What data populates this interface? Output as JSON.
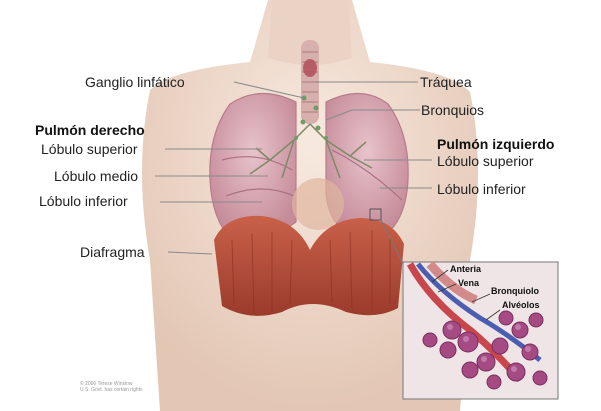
{
  "labels": {
    "ganglio": "Ganglio linfático",
    "traquea": "Tráquea",
    "bronquios": "Bronquios",
    "pulmon_derecho": "Pulmón derecho",
    "lobulo_superior_der": "Lóbulo superior",
    "lobulo_medio": "Lóbulo medio",
    "lobulo_inferior_der": "Lóbulo  inferior",
    "pulmon_izquierdo": "Pulmón izquierdo",
    "lobulo_superior_izq": "Lóbulo superior",
    "lobulo_inferior_izq": "Lóbulo  inferior",
    "diafragma": "Diafragma",
    "arteria": "Anteria",
    "vena": "Vena",
    "bronquiolo": "Bronquiolo",
    "alveolos": "Alvéolos"
  },
  "copyright": [
    "© 2006 Terese Winslow",
    "U.S. Govt. has certain rights"
  ],
  "colors": {
    "skin": "#f2ddd0",
    "lung": "#d9a9b4",
    "diaphragm": "#b8503c",
    "trachea": "#d7b0ae",
    "leader_line": "#8a8a8a",
    "artery": "#c7474d",
    "vein": "#4b5db0",
    "alveoli": "#a54a83"
  }
}
